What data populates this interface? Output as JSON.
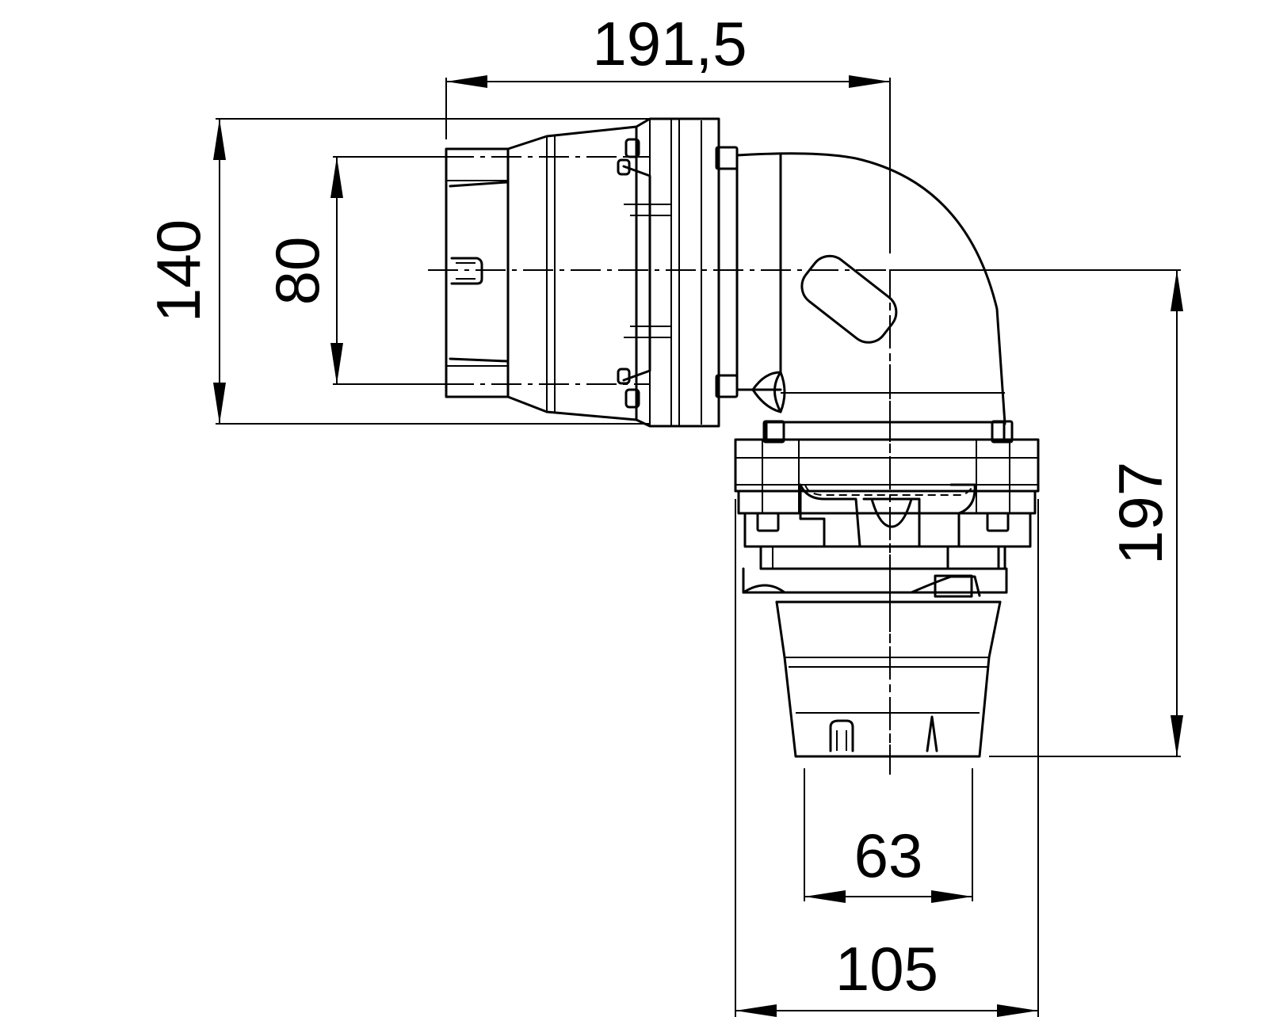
{
  "dimensions": {
    "overall_width": "191,5",
    "outlet_height": "140",
    "outlet_inner": "80",
    "overall_height": "197",
    "inlet_inner": "63",
    "inlet_outer": "105"
  }
}
